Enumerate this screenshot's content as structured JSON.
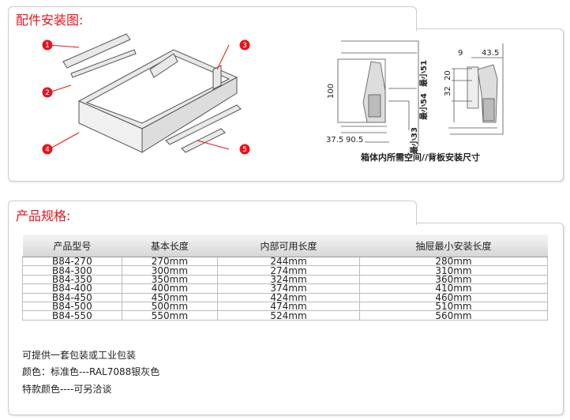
{
  "section1": {
    "title": "配件安装图:",
    "callouts": [
      "1",
      "2",
      "3",
      "4",
      "5"
    ],
    "dims": {
      "d100": "100",
      "d51": "最小51",
      "d54": "最小54",
      "d33": "最小33",
      "d375": "37.5",
      "d905": "90.5",
      "d9": "9",
      "d435": "43.5",
      "d20": "20",
      "d32": "32"
    },
    "caption": "箱体内所需空间//背板安装尺寸"
  },
  "section2": {
    "title": "产品规格:",
    "headers": [
      "产品型号",
      "基本长度",
      "内部可用长度",
      "抽屉最小安装长度"
    ],
    "rows": [
      [
        "B84-270",
        "270mm",
        "244mm",
        "280mm"
      ],
      [
        "B84-300",
        "300mm",
        "274mm",
        "310mm"
      ],
      [
        "B84-350",
        "350mm",
        "324mm",
        "360mm"
      ],
      [
        "B84-400",
        "400mm",
        "374mm",
        "410mm"
      ],
      [
        "B84-450",
        "450mm",
        "424mm",
        "460mm"
      ],
      [
        "B84-500",
        "500mm",
        "474mm",
        "510mm"
      ],
      [
        "B84-550",
        "550mm",
        "524mm",
        "560mm"
      ]
    ],
    "notes": [
      "可提供一套包装或工业包装",
      "颜色：标准色---RAL7088银灰色",
      "特款颜色----可另洽谈"
    ]
  }
}
